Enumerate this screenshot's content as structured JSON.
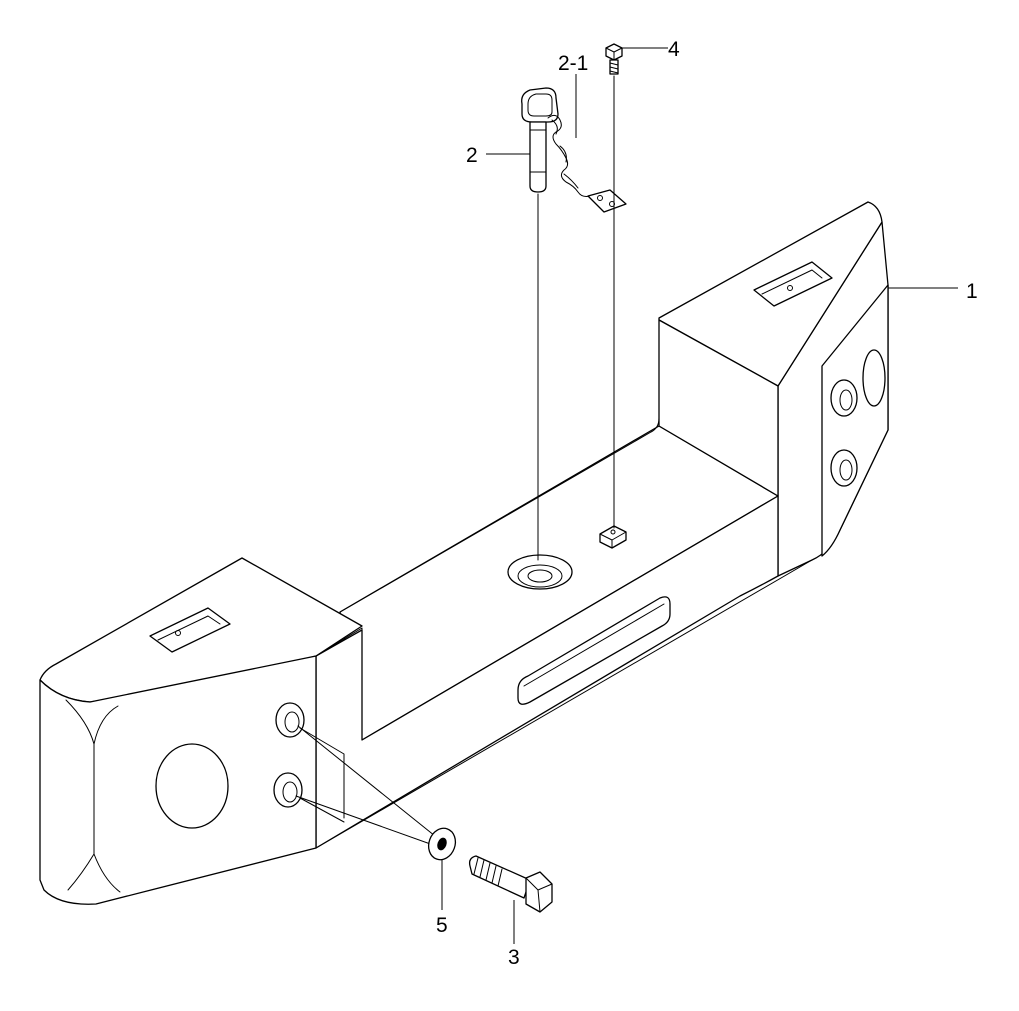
{
  "callouts": {
    "part_1": "1",
    "part_2": "2",
    "part_2_1": "2-1",
    "part_3": "3",
    "part_4": "4",
    "part_5": "5"
  }
}
